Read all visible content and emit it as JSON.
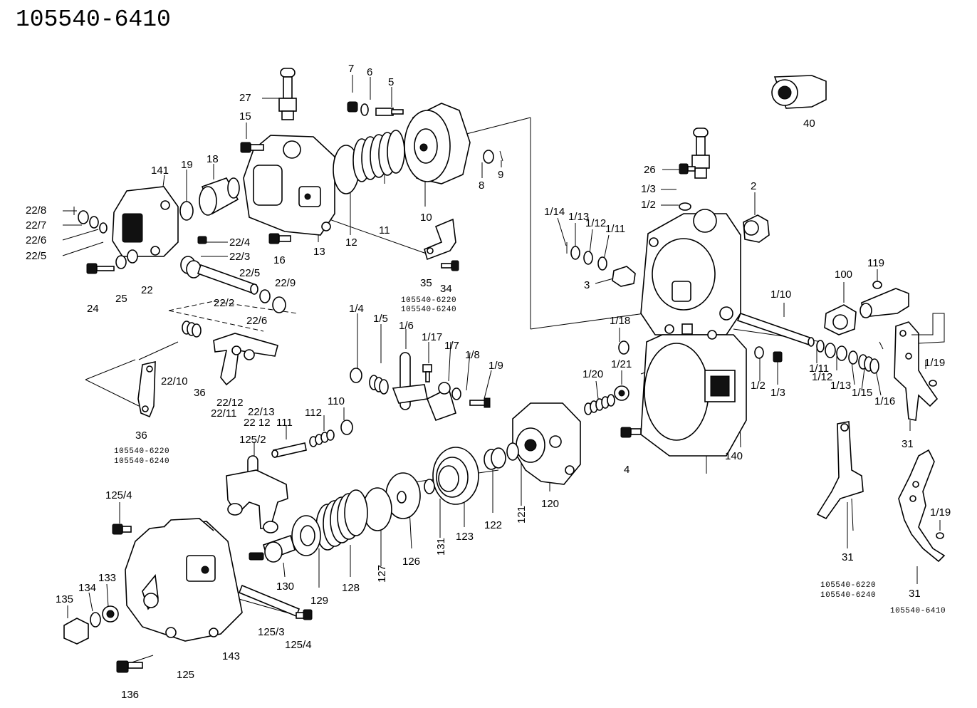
{
  "title": "105540-6410",
  "labels": {
    "l_7": "7",
    "l_6": "6",
    "l_5": "5",
    "l_27": "27",
    "l_15": "15",
    "l_141": "141",
    "l_19": "19",
    "l_18": "18",
    "l_22_8": "22/8",
    "l_22_7": "22/7",
    "l_22_6a": "22/6",
    "l_22_5a": "22/5",
    "l_22_4": "22/4",
    "l_22_3": "22/3",
    "l_16": "16",
    "l_13": "13",
    "l_12": "12",
    "l_11": "11",
    "l_10": "10",
    "l_8": "8",
    "l_9": "9",
    "l_40": "40",
    "l_26": "26",
    "l_1_3a": "1/3",
    "l_1_2a": "1/2",
    "l_2": "2",
    "l_1_14": "1/14",
    "l_1_13a": "1/13",
    "l_1_12a": "1/12",
    "l_1_11a": "1/11",
    "l_3": "3",
    "l_35": "35",
    "l_34": "34",
    "l_24": "24",
    "l_25": "25",
    "l_22": "22",
    "l_22_5b": "22/5",
    "l_22_9": "22/9",
    "l_22_2": "22/2",
    "l_22_6b": "22/6",
    "l_1_4": "1/4",
    "l_1_5": "1/5",
    "l_1_6": "1/6",
    "l_1_17": "1/17",
    "l_1_7": "1/7",
    "l_1_8": "1/8",
    "l_1_9": "1/9",
    "l_100": "100",
    "l_119": "119",
    "l_1_10": "1/10",
    "l_1_18": "1/18",
    "l_1_21": "1/21",
    "l_1_20": "1/20",
    "l_1_2b": "1/2",
    "l_1_3b": "1/3",
    "l_1_11b": "1/11",
    "l_1_12b": "1/12",
    "l_1_13b": "1/13",
    "l_1_15": "1/15",
    "l_1_16": "1/16",
    "l_1_19a": "1/19",
    "l_22_10": "22/10",
    "l_36a": "36",
    "l_22_12": "22/12",
    "l_22_11": "22/11",
    "l_22_13": "22/13",
    "l_22_12b": "22 12",
    "l_36b": "36",
    "l_111": "111",
    "l_112": "112",
    "l_110": "110",
    "l_125_2": "125/2",
    "l_4": "4",
    "l_140": "140",
    "l_120": "120",
    "l_121": "121",
    "l_122": "122",
    "l_123": "123",
    "l_131": "131",
    "l_126": "126",
    "l_127": "127",
    "l_128": "128",
    "l_129": "129",
    "l_130": "130",
    "l_125_4a": "125/4",
    "l_135": "135",
    "l_134": "134",
    "l_133": "133",
    "l_125_3": "125/3",
    "l_125_4b": "125/4",
    "l_143": "143",
    "l_125": "125",
    "l_136": "136",
    "l_31a": "31",
    "l_31b": "31",
    "l_31c": "31",
    "l_1_19b": "1/19"
  },
  "sublabels": {
    "s_35_a": "105540-6220",
    "s_35_b": "105540-6240",
    "s_36_a": "105540-6220",
    "s_36_b": "105540-6240",
    "s_31_a": "105540-6220",
    "s_31_b": "105540-6240",
    "s_31_c": "105540-6410"
  }
}
